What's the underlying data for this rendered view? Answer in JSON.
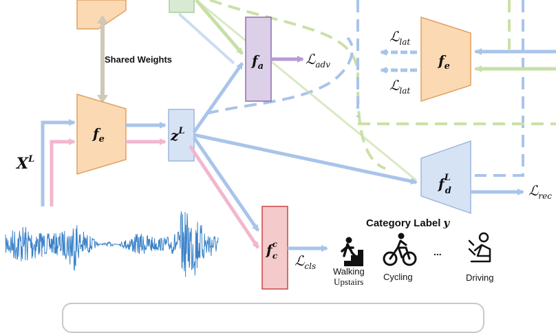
{
  "labels": {
    "shared_weights": "Shared Weights",
    "category_label": "Category Label",
    "category_var": "y",
    "xl_base": "X",
    "xl_sup": "L",
    "fe": "f",
    "fe_sub": "e",
    "zl": "z",
    "zl_sup": "L",
    "fa": "f",
    "fa_sub": "a",
    "fc": "f",
    "fc_sup": "c",
    "fc_sub": "c",
    "fd": "f",
    "fd_sup": "L",
    "fd_sub": "d",
    "loss_adv": "adv",
    "loss_lat_1": "lat",
    "loss_lat_2": "lat",
    "loss_cls": "cls",
    "loss_rec": "rec",
    "loss_symbol": "ℒ",
    "classes": [
      {
        "name": "Walking",
        "name2": "Upstairs"
      },
      {
        "name": "Cycling"
      },
      {
        "name": "..."
      },
      {
        "name": "Driving"
      }
    ]
  },
  "colors": {
    "orange_fill": "#fbd9b3",
    "orange_edge": "#e0a060",
    "green_fill": "#d9ead3",
    "blue_fill": "#d6e3f5",
    "blue_edge": "#9db6dd",
    "purple_fill": "#dccfe8",
    "purple_edge": "#8e6bb0",
    "red_fill": "#f4caca",
    "red_edge": "#cc4444",
    "arrow_blue": "#a9c4ea",
    "arrow_pink": "#f3b6cf",
    "arrow_green": "#c7dfa6",
    "arrow_purple": "#b89bd3",
    "dash_green": "#cbe0a6",
    "dash_blue": "#a9c4ea",
    "signal": "#3b82c8",
    "shared_arrow": "#cfc8b8"
  }
}
